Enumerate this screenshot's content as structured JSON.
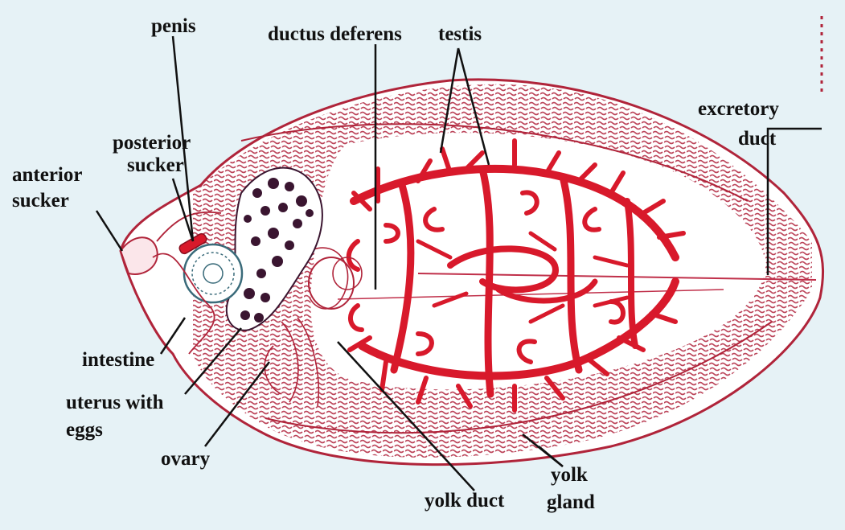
{
  "labels": {
    "penis": "penis",
    "ductus_deferens": "ductus deferens",
    "testis": "testis",
    "excretory_duct_1": "excretory",
    "excretory_duct_2": "duct",
    "posterior_sucker_1": "posterior",
    "posterior_sucker_2": "sucker",
    "anterior_sucker_1": "anterior",
    "anterior_sucker_2": "sucker",
    "intestine": "intestine",
    "uterus_1": "uterus with",
    "uterus_2": "eggs",
    "ovary": "ovary",
    "yolk_duct": "yolk duct",
    "yolk_gland_1": "yolk",
    "yolk_gland_2": "gland"
  },
  "colors": {
    "background": "#e6f2f6",
    "outline": "#b0243a",
    "testis": "#d8192b",
    "yolk_gland": "#b43048",
    "uterus_eggs": "#3a1530",
    "leader_lines": "#111111"
  }
}
